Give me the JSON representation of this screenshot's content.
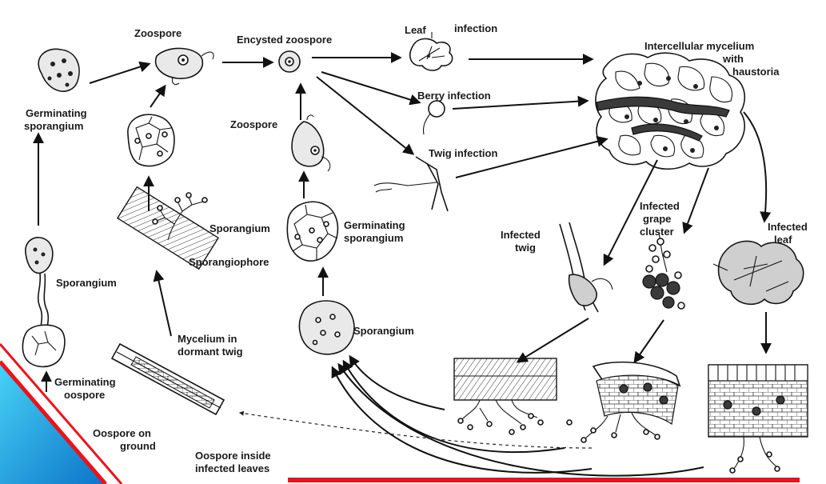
{
  "labels": {
    "zoospore_top": "Zoospore",
    "encysted_zoospore": "Encysted zoospore",
    "leaf": "Leaf",
    "leaf_infection": "infection",
    "intercellular_mycelium_1": "Intercellular mycelium",
    "intercellular_mycelium_2": "with",
    "intercellular_mycelium_3": "haustoria",
    "berry_infection": "Berry infection",
    "twig_infection": "Twig infection",
    "germinating_sporangium_left_1": "Germinating",
    "germinating_sporangium_left_2": "sporangium",
    "zoospore_mid": "Zoospore",
    "sporangium_branch": "Sporangium",
    "sporangiophore": "Sporangiophore",
    "germinating_sporangium_mid_1": "Germinating",
    "germinating_sporangium_mid_2": "sporangium",
    "infected_twig_1": "Infected",
    "infected_twig_2": "twig",
    "infected_grape_1": "Infected",
    "infected_grape_2": "grape",
    "infected_grape_3": "cluster",
    "infected_leaf_1": "Infected",
    "infected_leaf_2": "leaf",
    "sporangium_left": "Sporangium",
    "mycelium_dormant_1": "Mycelium in",
    "mycelium_dormant_2": "dormant twig",
    "sporangium_center": "Sporangium",
    "germinating_oospore_1": "Germinating",
    "germinating_oospore_2": "oospore",
    "oospore_ground_1": "Oospore on",
    "oospore_ground_2": "ground",
    "oospore_leaves_1": "Oospore inside",
    "oospore_leaves_2": "infected leaves"
  },
  "colors": {
    "ink": "#151515",
    "accent_red": "#e8141c",
    "accent_blue_light": "#2fc2f0",
    "accent_blue_dark": "#0a7fd0"
  }
}
